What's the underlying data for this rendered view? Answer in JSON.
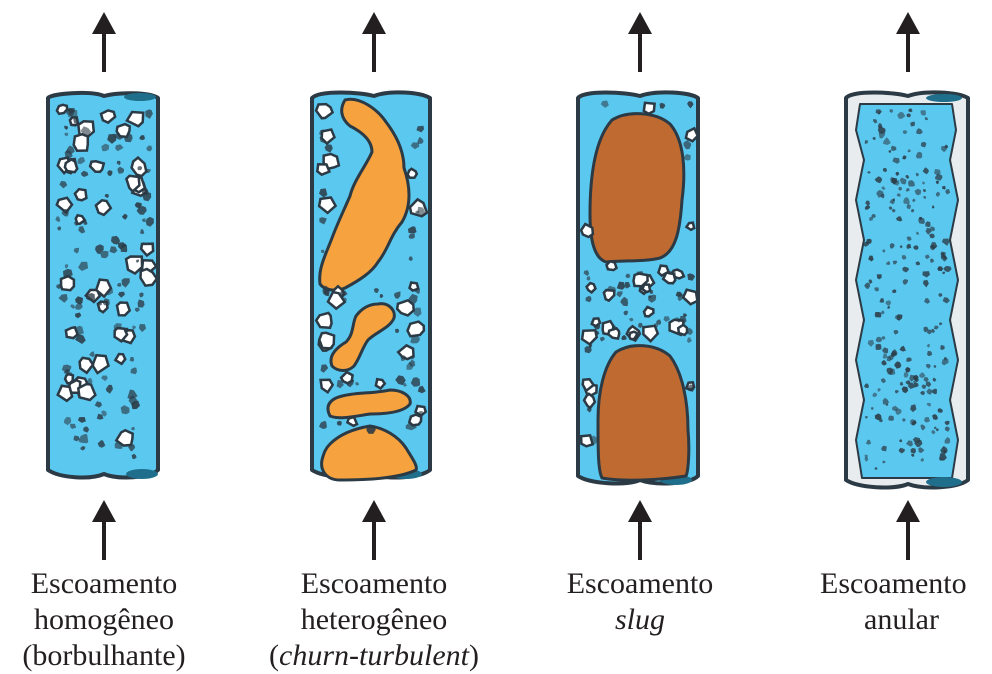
{
  "panels": [
    {
      "id": "homogeneous",
      "label_lines": [
        "Escoamento",
        "homogêneo",
        "(borbulhante)"
      ]
    },
    {
      "id": "heterogeneous",
      "label_line1": "Escoamento",
      "label_line2": "heterogêneo",
      "label_line3_open": "(",
      "label_line3_italic": "churn-turbulent",
      "label_line3_close": ")"
    },
    {
      "id": "slug",
      "label_line1": "Escoamento",
      "label_line2_italic": "slug"
    },
    {
      "id": "annular",
      "label_lines": [
        "Escoamento",
        "anular"
      ]
    }
  ],
  "colors": {
    "liquid": "#5bc8f0",
    "pipe_outline": "#2b3a45",
    "pipe_rim": "#1f6f8c",
    "gas_pocket_churn": "#f6a33f",
    "slug_bubble": "#bf6a30",
    "arrow": "#231f20",
    "annular_wall": "#e9ecee"
  }
}
